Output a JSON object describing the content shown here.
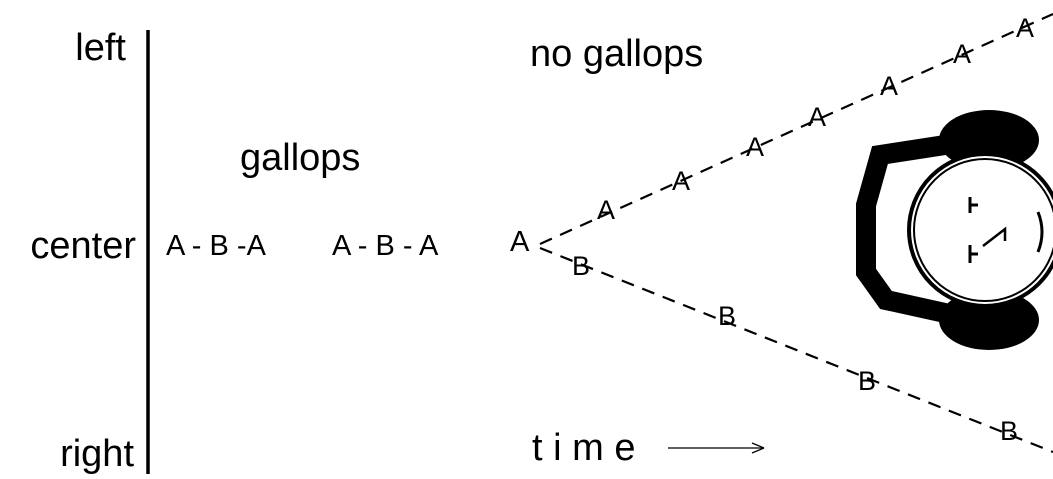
{
  "axis_labels": {
    "left": "left",
    "center": "center",
    "right": "right"
  },
  "no_gallops_label": "no gallops",
  "gallops_label": "gallops",
  "center_sequence_1": "A - B -A",
  "center_sequence_2": "A - B - A",
  "split_start_letter": "A",
  "upper_stream_letters": [
    "A",
    "A",
    "A",
    "A",
    "A",
    "A",
    "A"
  ],
  "lower_stream_letters": [
    "B",
    "B",
    "B",
    "B"
  ],
  "time_label": "t i m e",
  "time_arrow_icon": "right-arrow-icon",
  "listener_icon": "listener-head-icon"
}
